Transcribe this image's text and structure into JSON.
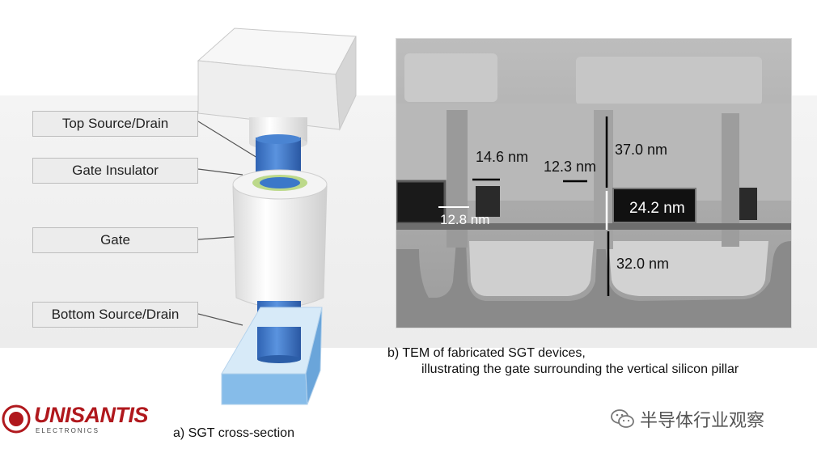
{
  "labels": {
    "top_source_drain": "Top Source/Drain",
    "gate_insulator": "Gate Insulator",
    "gate": "Gate",
    "bottom_source_drain": "Bottom Source/Drain"
  },
  "tem_dimensions": {
    "d1": "14.6 nm",
    "d2": "12.3 nm",
    "d3": "37.0 nm",
    "d4": "12.8 nm",
    "d5": "24.2 nm",
    "d6": "32.0 nm"
  },
  "captions": {
    "b_line1": "b)  TEM of fabricated SGT devices,",
    "b_line2": "illustrating the gate surrounding the vertical silicon pillar",
    "a": "a)  SGT cross-section"
  },
  "logo": {
    "name": "UNISANTIS",
    "sub": "ELECTRONICS"
  },
  "watermark": {
    "text": "半导体行业观察",
    "icon": "wechat-icon"
  },
  "colors": {
    "logo_red": "#b0181d",
    "pillar_blue": "#3b78c9",
    "insulator_green": "#bcd98a"
  }
}
